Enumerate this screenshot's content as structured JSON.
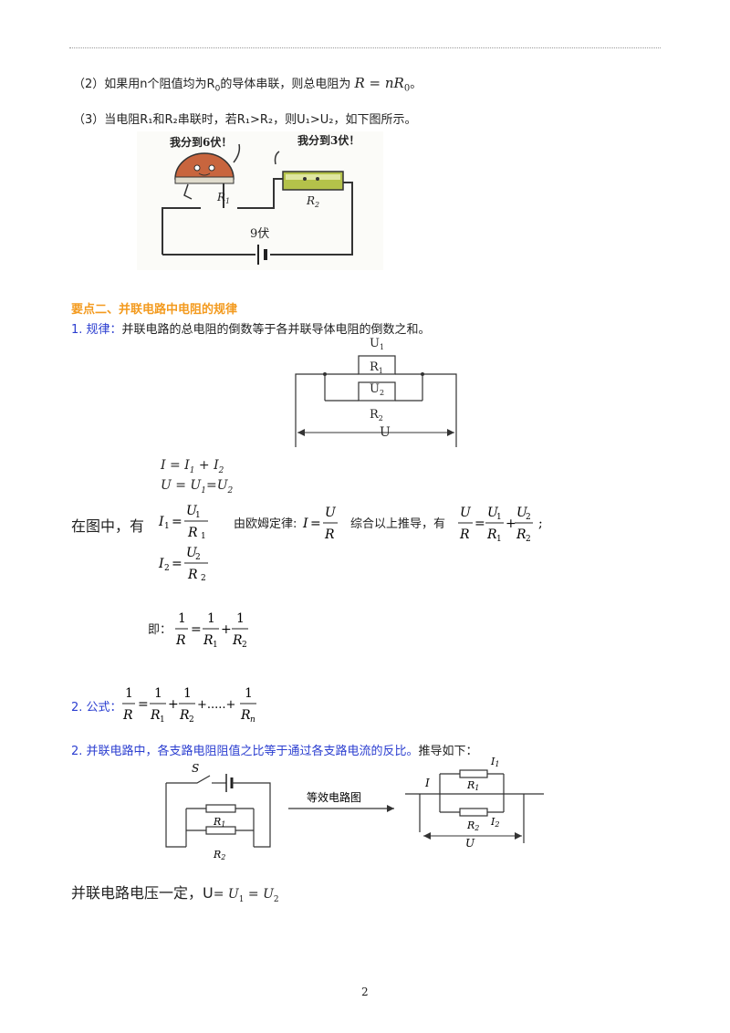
{
  "item2": {
    "prefix": "（2）如果用",
    "n": "n",
    "mid": "个阻值均为",
    "r0": "R",
    "r0sub": "0",
    "tail": "的导体串联，则总电阻为",
    "formula": "R = nR",
    "fsub": "0",
    "end": "。"
  },
  "item3": {
    "text": "（3）当电阻R₁和R₂串联时，若R₁>R₂，则U₁>U₂，如下图所示。"
  },
  "cartoon": {
    "bubble1": "我分到6伏！",
    "bubble2": "我分到3伏！",
    "r1": "R",
    "r1sub": "1",
    "r2": "R",
    "r2sub": "2",
    "battery": "9伏"
  },
  "section2": {
    "title": "要点二、并联电路中电阻的规律"
  },
  "rule1": {
    "num": "1. 规律：",
    "text": "并联电路的总电阻的倒数等于各并联导体电阻的倒数之和。"
  },
  "diag1": {
    "u1": "U",
    "u1sub": "1",
    "r1": "R",
    "r1sub": "1",
    "u2": "U",
    "u2sub": "2",
    "r2": "R",
    "r2sub": "2",
    "u": "U"
  },
  "derivation": {
    "intro": "在图中，有",
    "ohm": "由欧姆定律:",
    "combine": "综合以上推导，有",
    "semicolon": ";",
    "ji": "即："
  },
  "rule2": {
    "num": "2. 公式：",
    "dots": "+.....+"
  },
  "rule3": {
    "text": "2. 并联电路中，各支路电阻阻值之比等于通过各支路电流的反比。",
    "tail": "推导如下："
  },
  "diag2": {
    "s": "S",
    "r1": "R",
    "r1sub": "1",
    "r2": "R",
    "r2sub": "2",
    "arrow": "等效电路图",
    "i": "I",
    "i1": "I",
    "i1sub": "1",
    "i2": "I",
    "i2sub": "2",
    "u": "U"
  },
  "last": {
    "text": "并联电路电压一定，",
    "u": "U",
    "eq": "= U",
    "s1": "1",
    "eq2": " = U",
    "s2": "2"
  },
  "page": {
    "number": "2"
  }
}
